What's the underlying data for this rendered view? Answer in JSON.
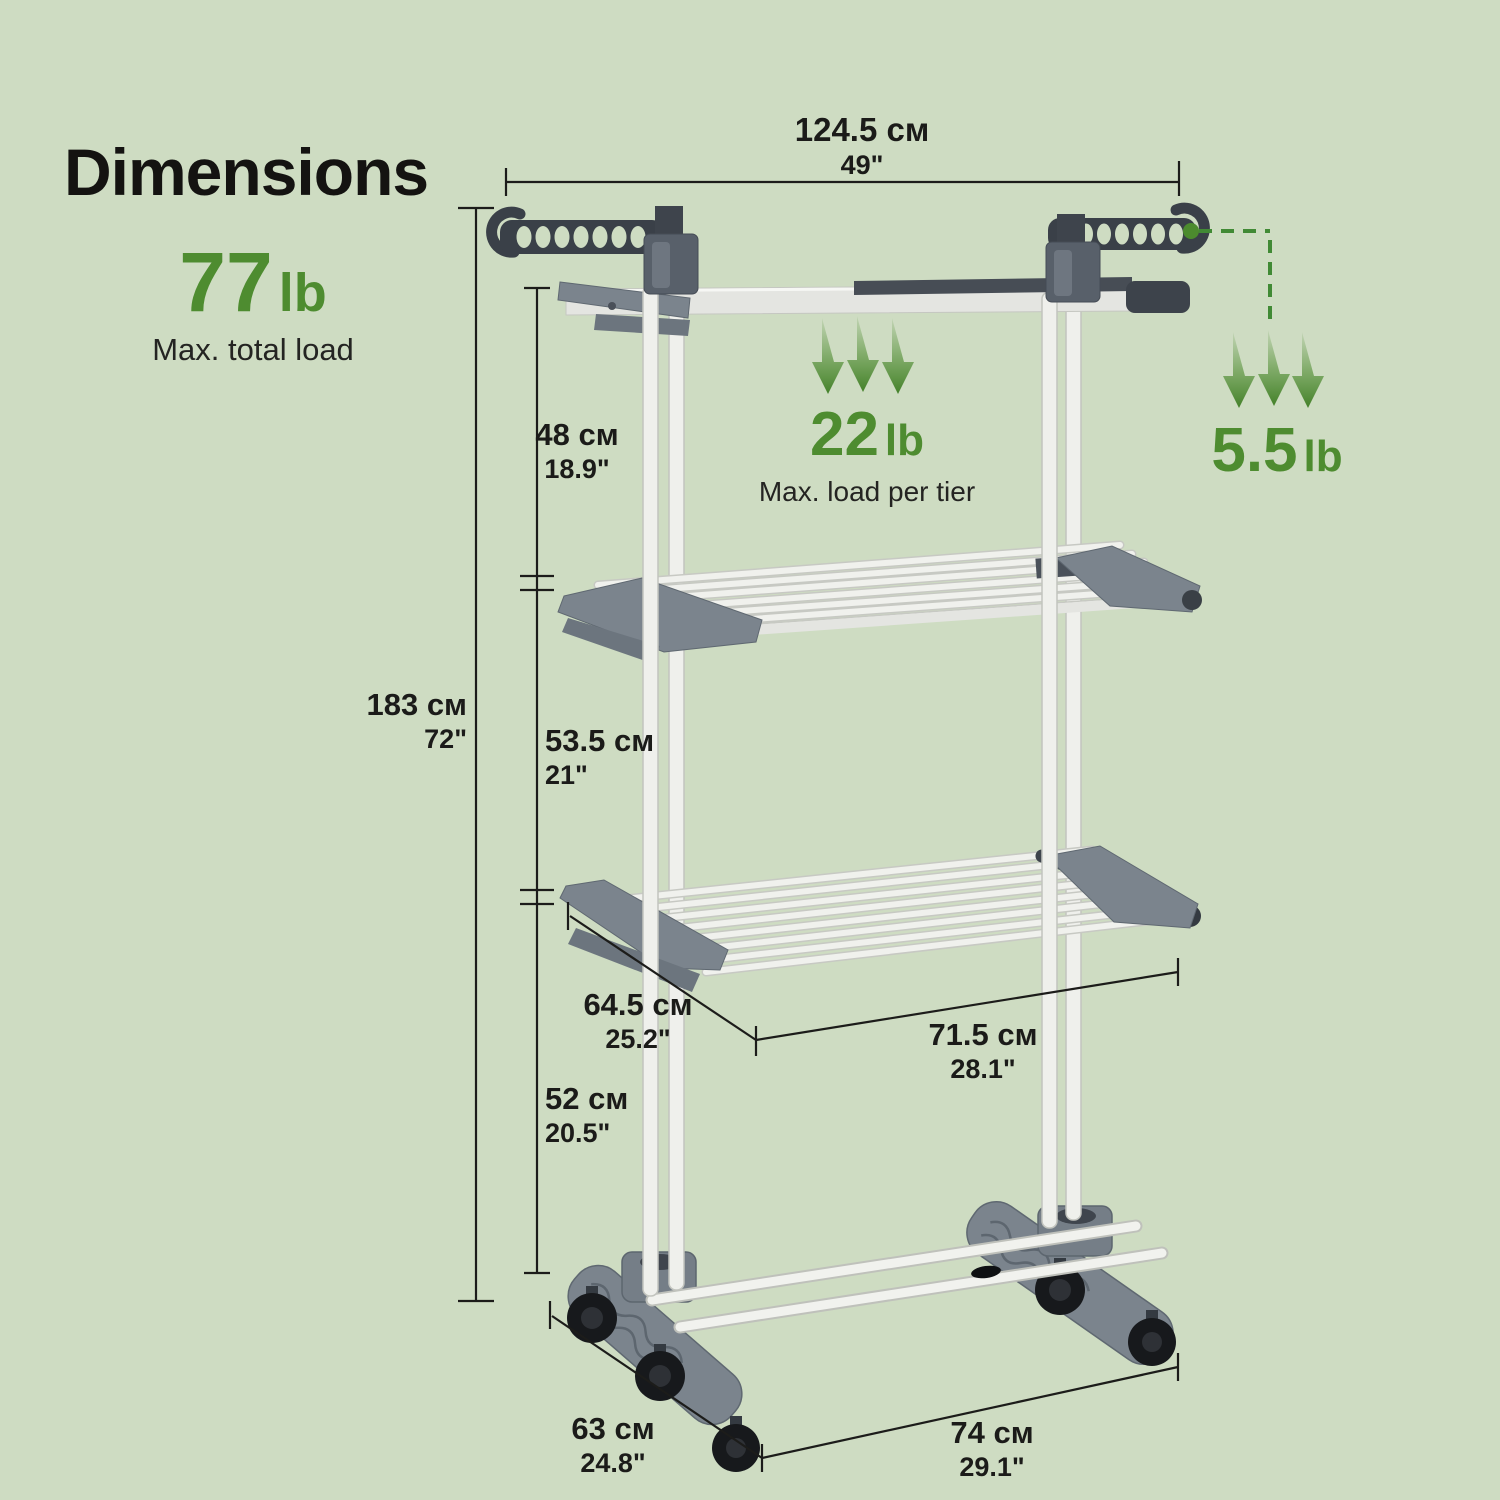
{
  "title": "Dimensions",
  "colors": {
    "background": "#cedcc2",
    "accent_green": "#4e8c30",
    "text": "#1b1b19",
    "rack_gray": "#7b848d",
    "rack_dark": "#3a4048",
    "wheel_black": "#17191c"
  },
  "total_load": {
    "value": "77",
    "unit": "lb",
    "caption": "Max. total load"
  },
  "tier_load": {
    "value": "22",
    "unit": "lb",
    "caption": "Max. load per tier"
  },
  "hanger_load": {
    "value": "5.5",
    "unit": "lb"
  },
  "dimensions": {
    "overall_width": {
      "cm": "124.5 см",
      "inch": "49\""
    },
    "top_tier_height": {
      "cm": "48 см",
      "inch": "18.9\""
    },
    "overall_height": {
      "cm": "183 см",
      "inch": "72\""
    },
    "middle_tier_height": {
      "cm": "53.5 см",
      "inch": "21\""
    },
    "tier_depth": {
      "cm": "64.5 см",
      "inch": "25.2\""
    },
    "tier_width": {
      "cm": "71.5 см",
      "inch": "28.1\""
    },
    "bottom_tier_height": {
      "cm": "52 см",
      "inch": "20.5\""
    },
    "base_depth": {
      "cm": "63 см",
      "inch": "24.8\""
    },
    "base_width": {
      "cm": "74 см",
      "inch": "29.1\""
    }
  },
  "illustration": {
    "subject": "3-tier rolling clothes drying rack with folding wings, hanger arms and caster wheels"
  }
}
